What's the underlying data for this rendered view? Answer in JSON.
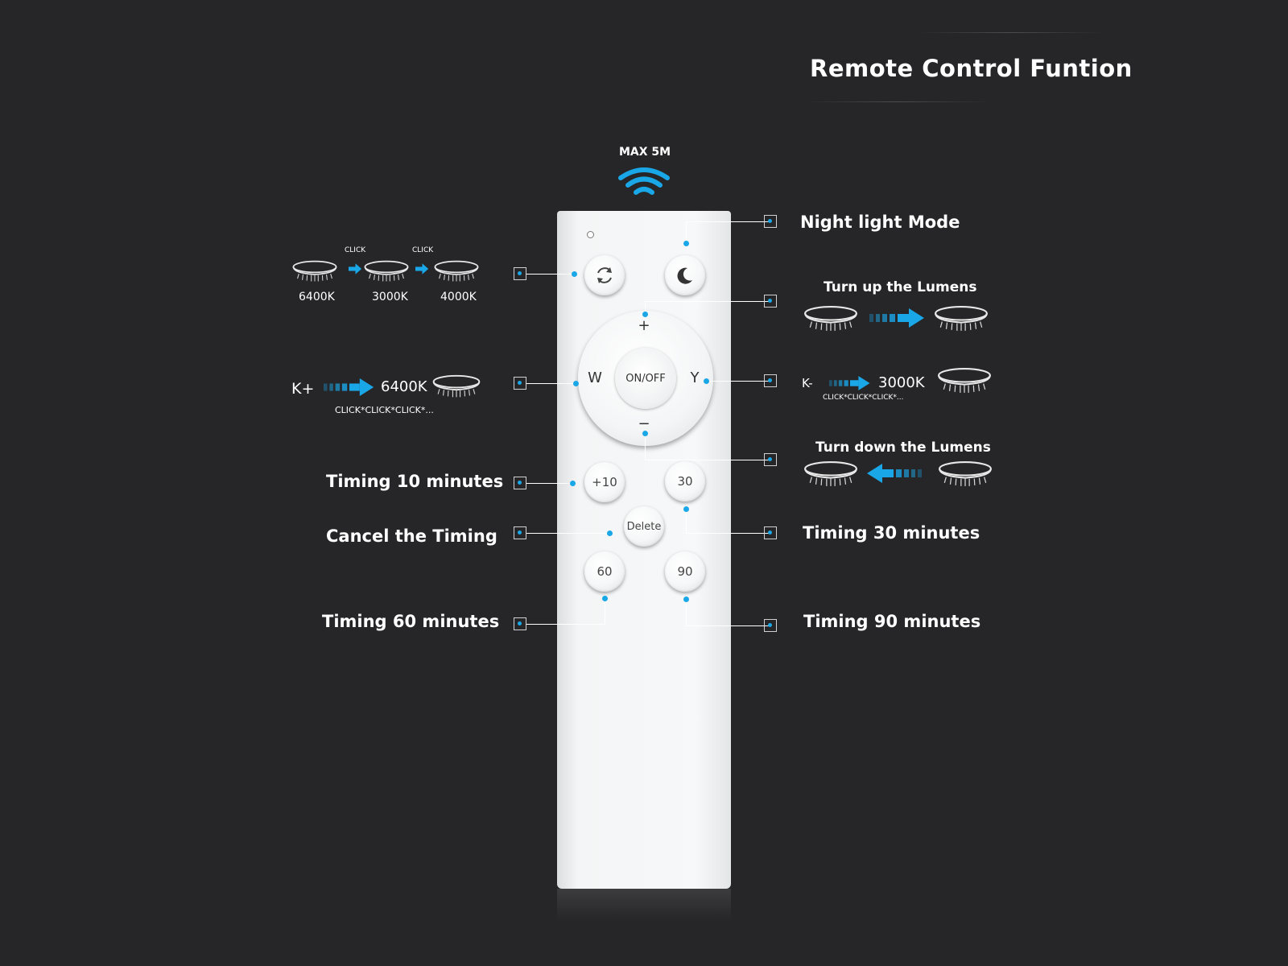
{
  "title": "Remote Control Funtion",
  "range_label": "MAX 5M",
  "remote": {
    "onoff": "ON/OFF",
    "w": "W",
    "y": "Y",
    "plus": "+",
    "minus": "−",
    "plus10": "+10",
    "t30": "30",
    "delete": "Delete",
    "t60": "60",
    "t90": "90"
  },
  "cycle": {
    "click_1": "CLICK",
    "click_2": "CLICK",
    "temp_1": "6400K",
    "temp_2": "3000K",
    "temp_3": "4000K"
  },
  "k_plus": {
    "label": "K+",
    "temp": "6400K",
    "clicks": "CLICK*CLICK*CLICK*..."
  },
  "k_minus": {
    "label": "K-",
    "temp": "3000K",
    "clicks": "CLICK*CLICK*CLICK*..."
  },
  "labels": {
    "night": "Night light Mode",
    "up": "Turn up the Lumens",
    "down": "Turn down the Lumens",
    "t10": "Timing 10 minutes",
    "cancel": "Cancel the Timing",
    "t30": "Timing 30 minutes",
    "t60": "Timing 60 minutes",
    "t90": "Timing 90 minutes"
  },
  "colors": {
    "background": "#262628",
    "accent": "#1aa7e8",
    "remote_body": "#f4f5f6"
  },
  "icons": [
    "wifi-icon",
    "cycle-icon",
    "moon-icon",
    "ceiling-lamp-icon",
    "arrow-right-icon",
    "arrow-left-icon"
  ]
}
